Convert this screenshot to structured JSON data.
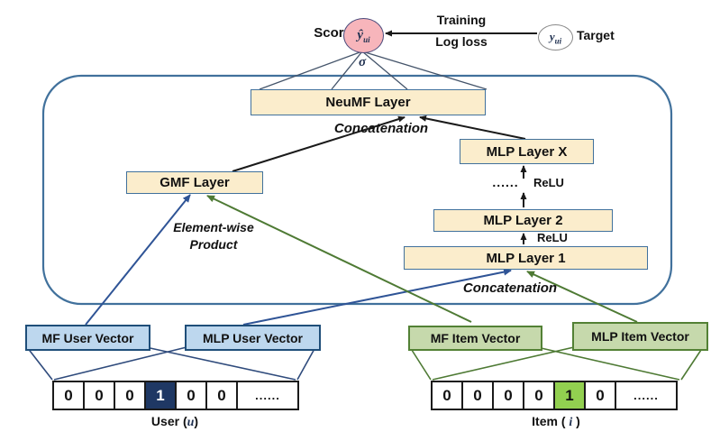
{
  "top": {
    "score_label": "Score",
    "yhat_main": "ŷ",
    "yhat_sub": "ui",
    "sigma": "σ",
    "training": "Training",
    "log_loss": "Log loss",
    "target_main": "y",
    "target_sub": "ui",
    "target_label": "Target"
  },
  "layers": {
    "neumf": "NeuMF Layer",
    "concat_top": "Concatenation",
    "gmf": "GMF Layer",
    "mlp_x": "MLP Layer X",
    "relu_dots": "......",
    "relu_upper": "ReLU",
    "mlp_2": "MLP Layer 2",
    "relu_lower": "ReLU",
    "mlp_1": "MLP Layer 1",
    "concat_bottom": "Concatenation",
    "elementwise_line1": "Element-wise",
    "elementwise_line2": "Product"
  },
  "embeddings": {
    "mf_user": "MF User Vector",
    "mlp_user": "MLP User Vector",
    "mf_item": "MF Item Vector",
    "mlp_item": "MLP Item Vector"
  },
  "inputs": {
    "user": {
      "cells": [
        "0",
        "0",
        "0",
        "1",
        "0",
        "0",
        "......"
      ],
      "hot_index": 3,
      "label_prefix": "User (",
      "label_var": "u",
      "label_suffix": ")"
    },
    "item": {
      "cells": [
        "0",
        "0",
        "0",
        "0",
        "1",
        "0",
        "......"
      ],
      "hot_index": 4,
      "label_prefix": "Item ( ",
      "label_var": "i",
      "label_suffix": " )"
    }
  },
  "colors": {
    "layer_fill": "#FBEDCC",
    "layer_outline": "#41719C",
    "user_fill": "#BDD7EE",
    "user_border": "#1F4E79",
    "item_fill": "#C6D9AC",
    "item_border": "#538135",
    "user_hot_cell": "#1F3864",
    "item_hot_cell": "#92D050",
    "score_circle_fill": "#F7B5BB",
    "arrow_user": "#2F5496",
    "arrow_item": "#4E7A34",
    "arrow_black": "#1a1a1a",
    "enclosure_border": "#41719C"
  }
}
